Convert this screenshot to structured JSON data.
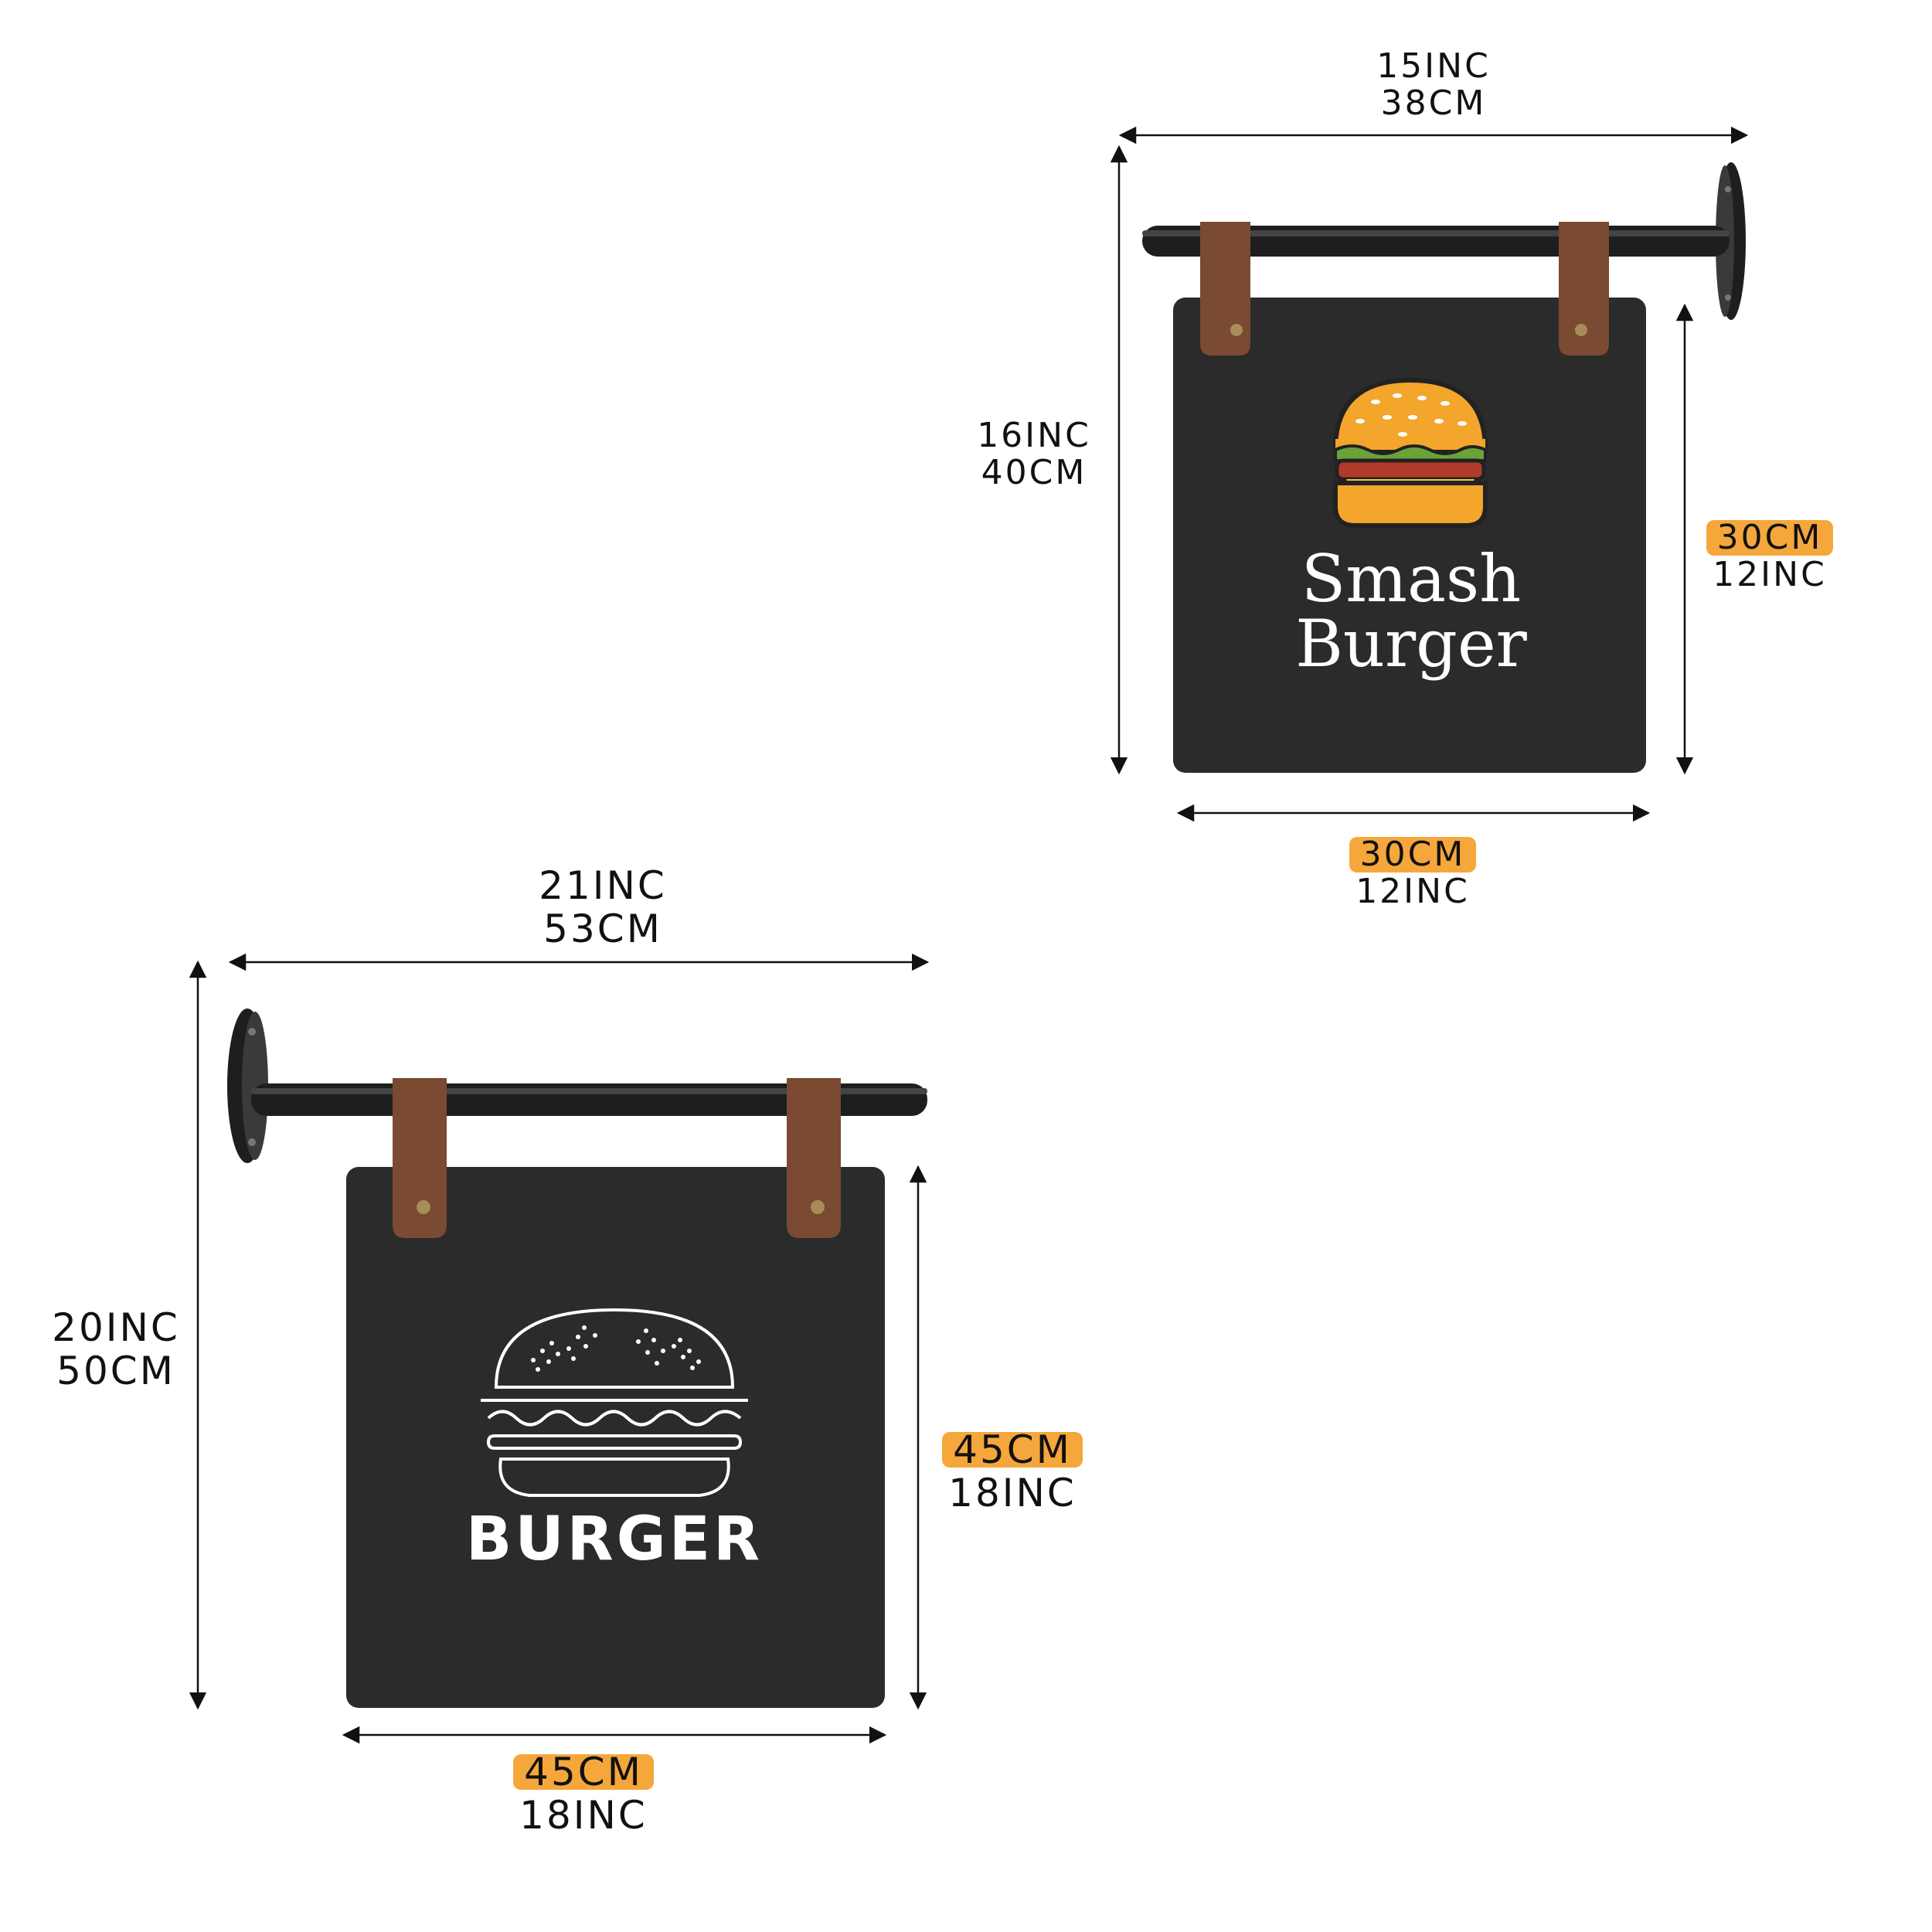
{
  "colors": {
    "highlight": "#F5A73B",
    "board": "#2B2B2B",
    "rod": "#1E1E1E",
    "strap": "#7A4A33",
    "bun": "#F4A52B",
    "patty": "#B23A2A",
    "lettuce": "#6BA33A"
  },
  "small_sign": {
    "overall_width": {
      "inch": "15INC",
      "cm": "38CM"
    },
    "overall_height": {
      "inch": "16INC",
      "cm": "40CM"
    },
    "board_height": {
      "cm": "30CM",
      "inch": "12INC"
    },
    "board_width": {
      "cm": "30CM",
      "inch": "12INC"
    },
    "title_line1": "Smash",
    "title_line2": "Burger",
    "icon": "burger-color-icon"
  },
  "large_sign": {
    "overall_width": {
      "inch": "21INC",
      "cm": "53CM"
    },
    "overall_height": {
      "inch": "20INC",
      "cm": "50CM"
    },
    "board_height": {
      "cm": "45CM",
      "inch": "18INC"
    },
    "board_width": {
      "cm": "45CM",
      "inch": "18INC"
    },
    "title": "BURGER",
    "icon": "burger-outline-icon"
  }
}
